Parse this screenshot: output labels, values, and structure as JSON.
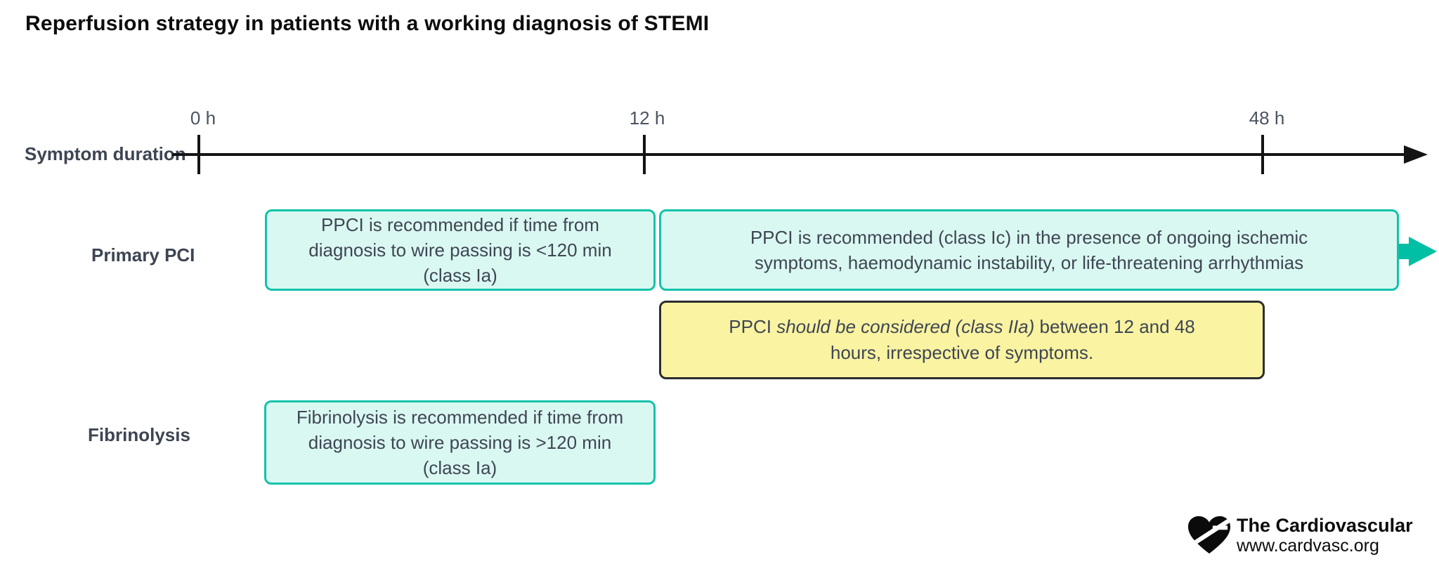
{
  "title": "Reperfusion strategy in patients with a working diagnosis of STEMI",
  "colors": {
    "teal_border": "#11c3a9",
    "teal_fill": "#daf8f2",
    "arrow_teal": "#00bfa4",
    "yellow_fill": "#f9f3a2",
    "yellow_border": "#2b2d2e",
    "timeline_black": "#141414",
    "text_dark": "#3f4653"
  },
  "timeline": {
    "label": "Symptom duration",
    "ticks": [
      {
        "label": "0 h"
      },
      {
        "label": "12 h"
      },
      {
        "label": "48 h"
      }
    ]
  },
  "rows": {
    "primary_pci": {
      "label": "Primary PCI",
      "box_early": [
        "PPCI is recommended if time from",
        "diagnosis to wire passing is <120 min",
        "(class Ia)"
      ],
      "box_late": [
        "PPCI is recommended (class Ic) in the presence of ongoing ischemic",
        "symptoms, haemodynamic instability, or life-threatening arrhythmias"
      ],
      "box_consider": {
        "prefix": "PPCI ",
        "italic": "should be considered (class IIa)",
        "suffix": " between 12 and 48",
        "line2": "hours, irrespective of symptoms."
      }
    },
    "fibrinolysis": {
      "label": "Fibrinolysis",
      "box": [
        "Fibrinolysis is recommended if time from",
        "diagnosis to wire passing is >120 min",
        "(class Ia)"
      ]
    }
  },
  "footer": {
    "brand": "The Cardiovascular",
    "url": "www.cardvasc.org"
  }
}
